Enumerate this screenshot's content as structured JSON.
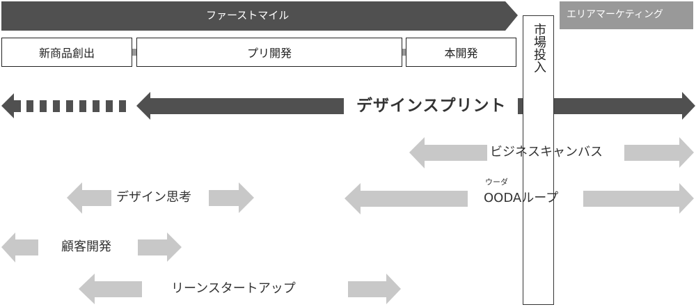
{
  "phases": {
    "first_mile": "ファーストマイル",
    "area_marketing": "エリアマーケティング"
  },
  "stages": {
    "new_product": "新商品創出",
    "pre_development": "プリ開発",
    "main_development": "本開発"
  },
  "market_entry": "市場投入",
  "methods": {
    "design_sprint": "デザインスプリント",
    "business_canvas": "ビジネスキャンバス",
    "ooda_ruby": "ウーダ",
    "ooda_loop": "OODAループ",
    "design_thinking": "デザイン思考",
    "customer_development": "顧客開発",
    "lean_startup": "リーンスタートアップ"
  },
  "colors": {
    "dark_arrow": "#505050",
    "light_arrow": "#c8c8c8",
    "area_marketing_bg": "#999999",
    "stage_arrow": "#999999"
  }
}
